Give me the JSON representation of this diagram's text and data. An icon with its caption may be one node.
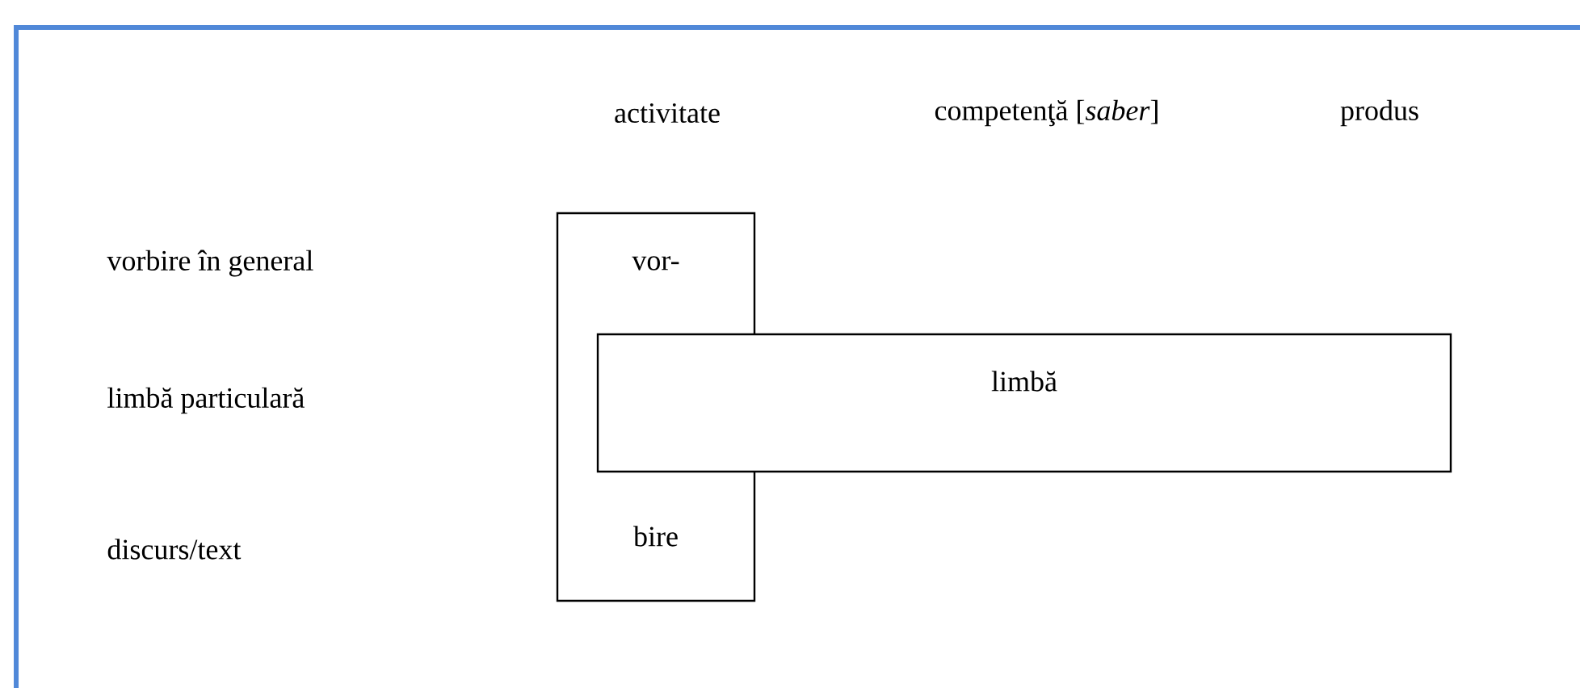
{
  "diagram": {
    "nodes": [
      {
        "text": [
          "vor-",
          "bire"
        ]
      },
      {
        "text": [
          "limbă"
        ]
      }
    ],
    "labels": [
      "activitate",
      "competenţă [*saber*]",
      "produs",
      "vorbire în general",
      "limbă particulară",
      "discurs/text"
    ]
  }
}
